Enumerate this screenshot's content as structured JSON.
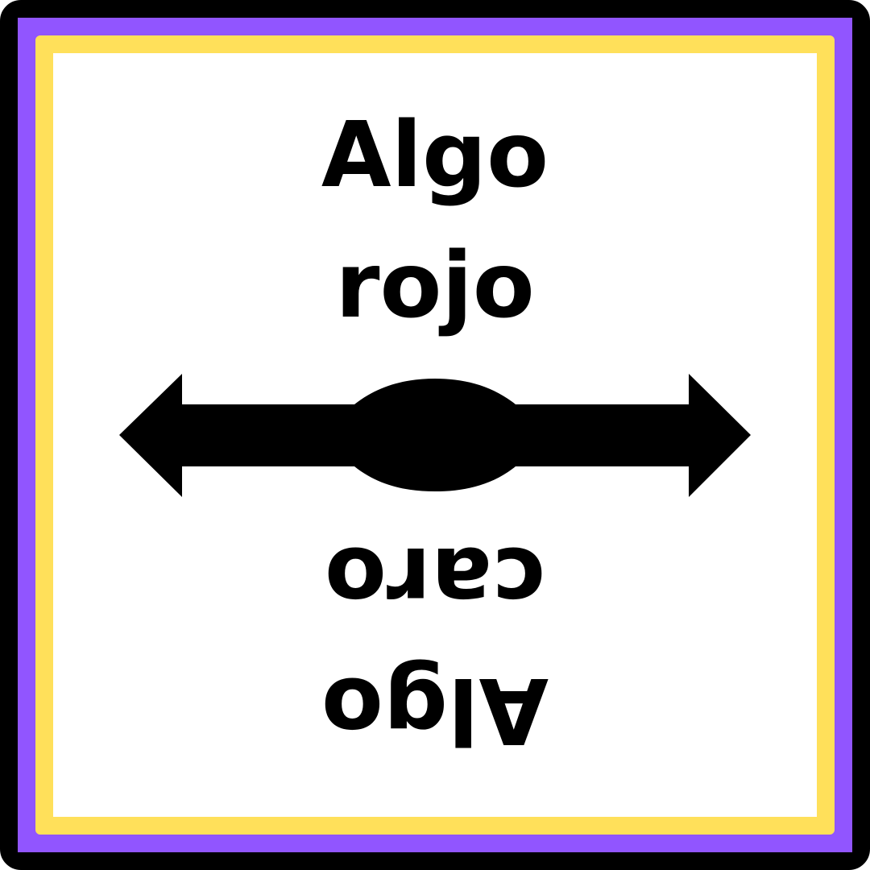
{
  "top_phrase": {
    "line1": "Algo",
    "line2": "rojo"
  },
  "bottom_phrase": {
    "line1": "Algo",
    "line2": "caro"
  },
  "colors": {
    "outer_border": "#000000",
    "frame_purple": "#9155ff",
    "frame_yellow": "#ffe05a",
    "background": "#ffffff",
    "ink": "#000000"
  },
  "icons": {
    "center": "double-headed-arrow-icon"
  }
}
